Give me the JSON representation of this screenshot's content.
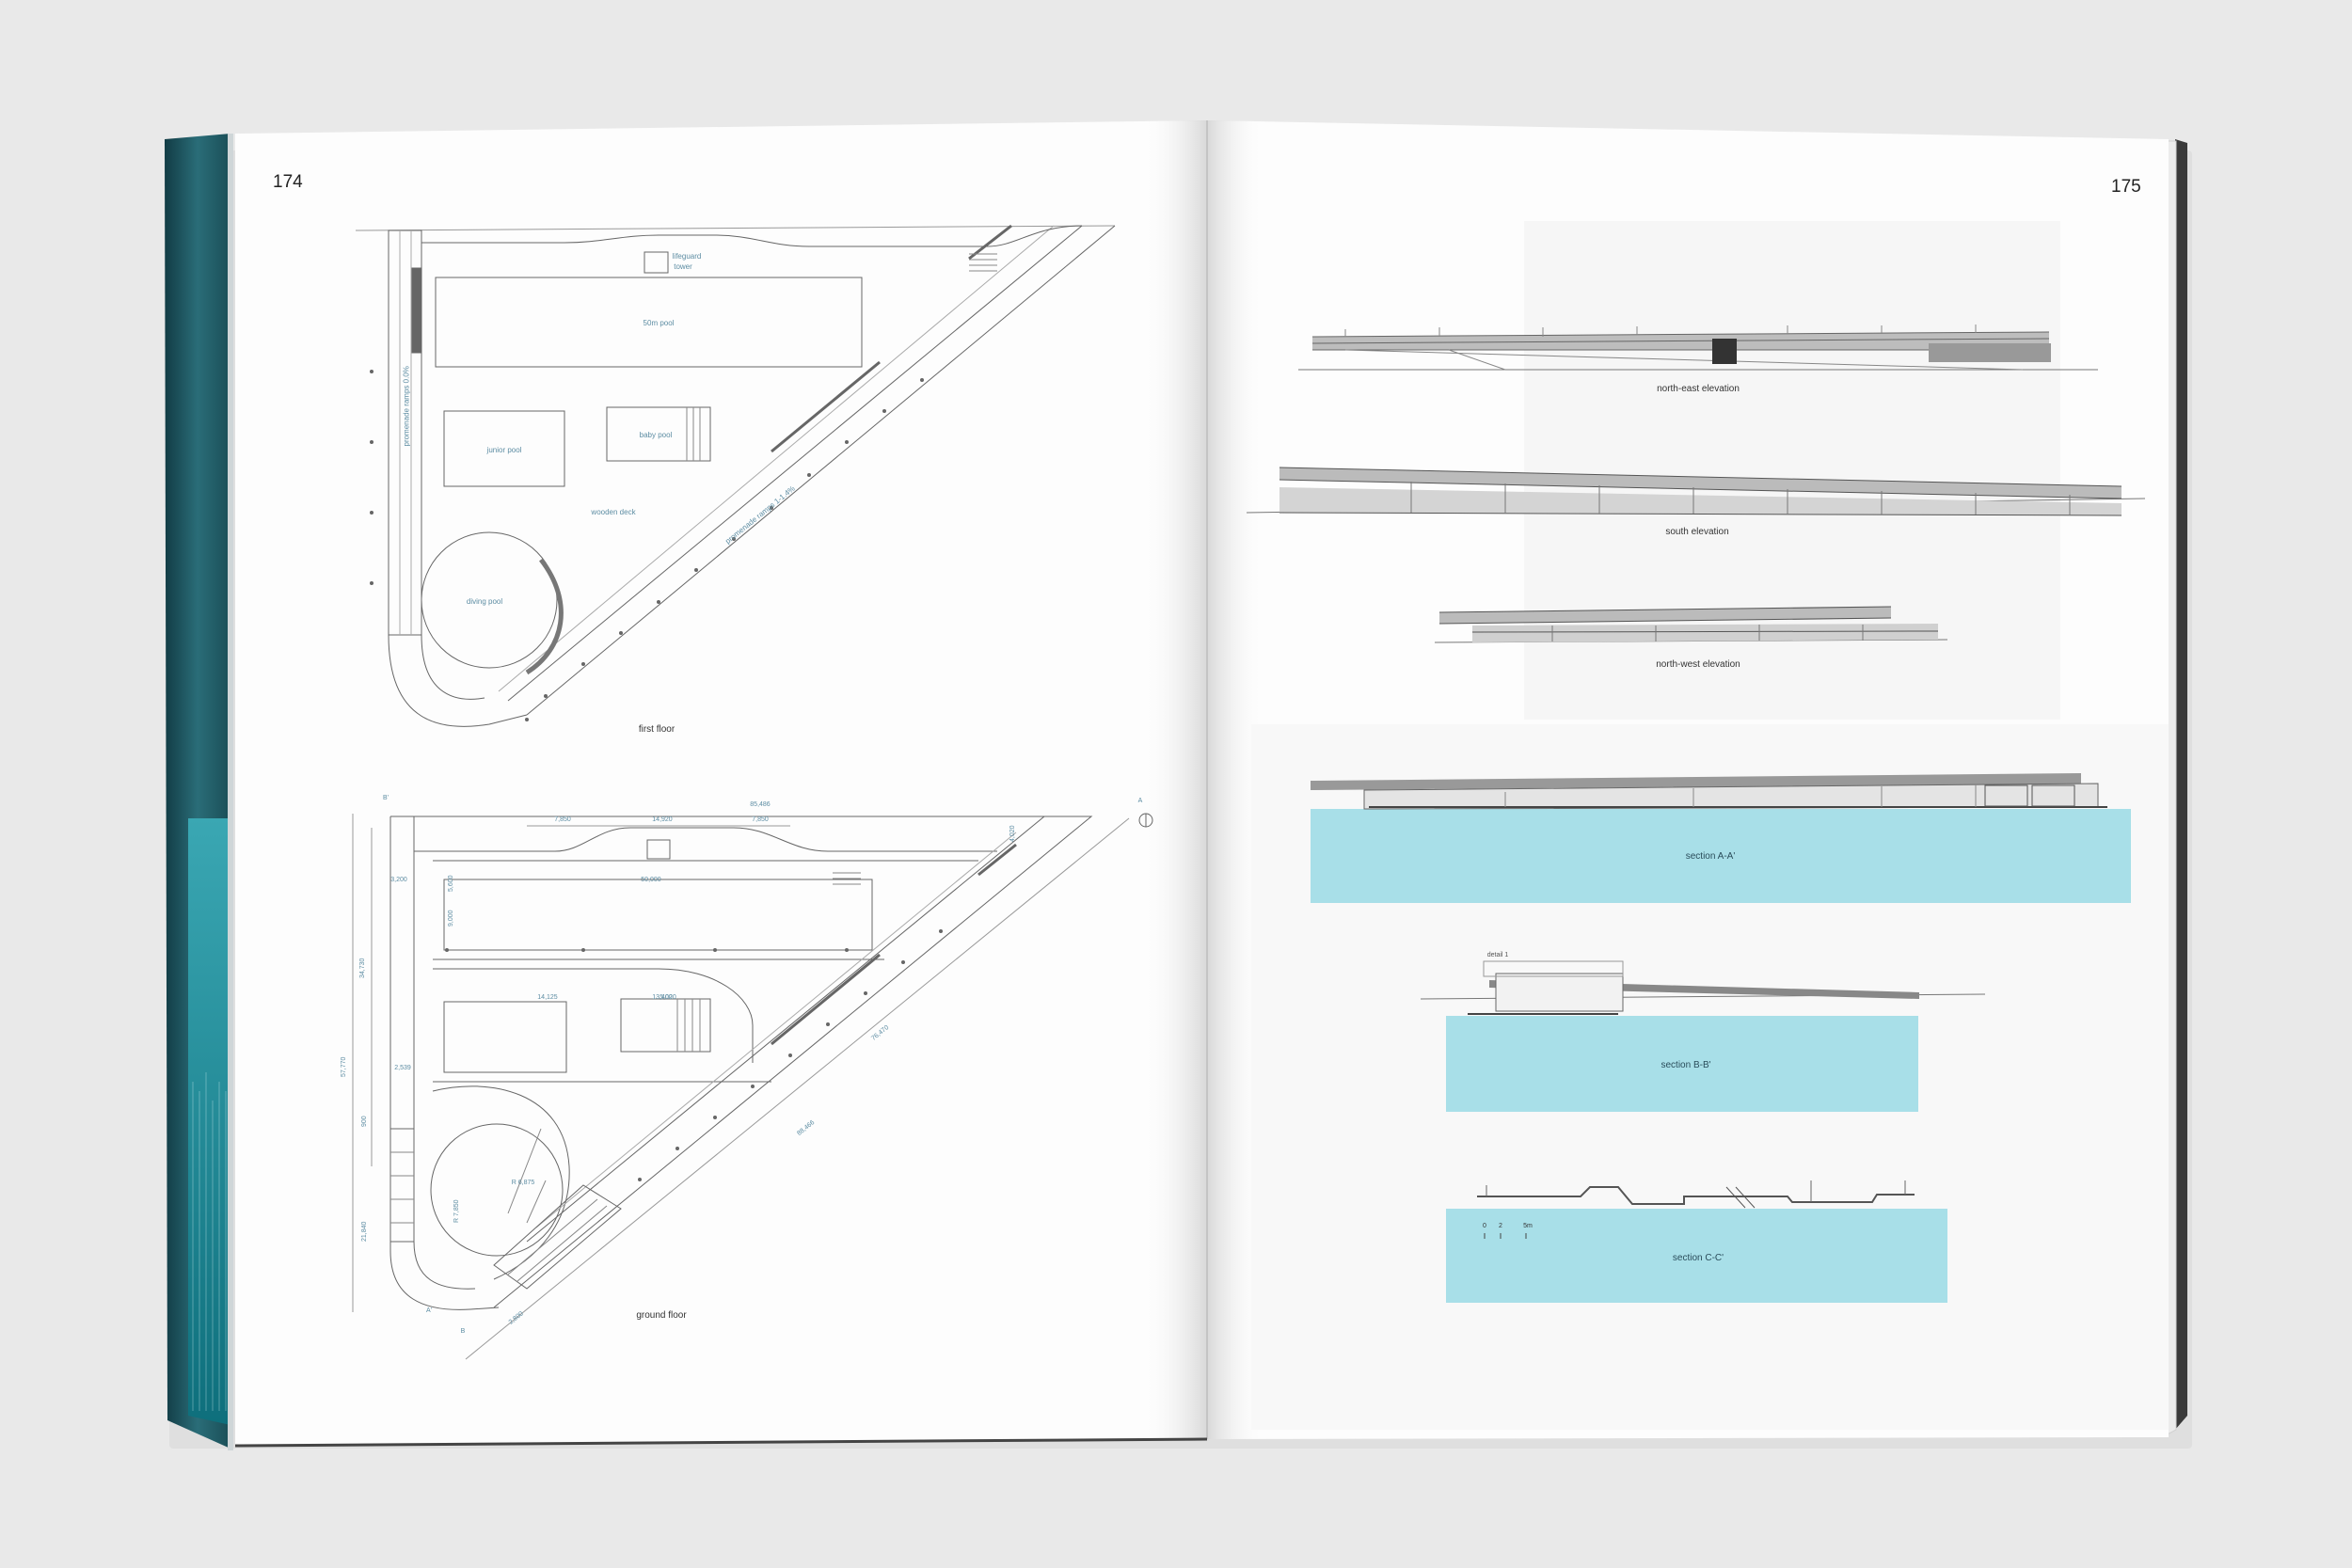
{
  "book": {
    "left_page": {
      "page_number": "174",
      "first_floor": {
        "caption": "first floor",
        "labels": {
          "lifeguard": "lifeguard",
          "tower": "tower",
          "pool_50m": "50m pool",
          "junior_pool": "junior pool",
          "baby_pool": "baby pool",
          "wooden_deck": "wooden deck",
          "diving_pool": "diving pool",
          "ramp_left": "promenade ramps 0.0%",
          "ramp_diag": "promenade ramps 1-1.4%"
        }
      },
      "ground_floor": {
        "caption": "ground floor",
        "dimensions": {
          "d_7850_a": "7,850",
          "d_14920": "14,920",
          "d_7850_b": "7,850",
          "d_85486": "85,486",
          "d_50000": "50,000",
          "d_3200": "3,200",
          "d_5600": "5,600",
          "d_9000": "9,000",
          "d_4020": "4,020",
          "d_14125": "14,125",
          "d_5020": "5,020",
          "d_13400": "13,400",
          "d_34730": "34,730",
          "d_57770": "57,770",
          "d_2539": "2,539",
          "d_900": "900",
          "d_21840": "21,840",
          "d_r6875": "R 6,875",
          "d_r7850": "R 7,850",
          "d_88466": "88,466",
          "d_76470": "76,470",
          "d_2800": "2,800"
        },
        "section_markers": {
          "b_top": "B'",
          "b_bottom": "B",
          "a_top": "A",
          "a_bottom": "A'"
        }
      }
    },
    "right_page": {
      "page_number": "175",
      "drawings": [
        {
          "id": "ne",
          "caption": "north-east elevation"
        },
        {
          "id": "s",
          "caption": "south elevation"
        },
        {
          "id": "nw",
          "caption": "north-west elevation"
        },
        {
          "id": "aa",
          "caption": "section A-A'"
        },
        {
          "id": "bb",
          "caption": "section B-B'",
          "callout": "detail 1"
        },
        {
          "id": "cc",
          "caption": "section C-C'",
          "scale": [
            "0",
            "2",
            "5m"
          ]
        }
      ]
    },
    "colors": {
      "background": "#e9e9e9",
      "paper": "#fdfdfd",
      "water": "#a8dfe8",
      "water_dark": "#94cfdb",
      "line": "#555555",
      "cover_teal": "#1f5a64"
    }
  }
}
